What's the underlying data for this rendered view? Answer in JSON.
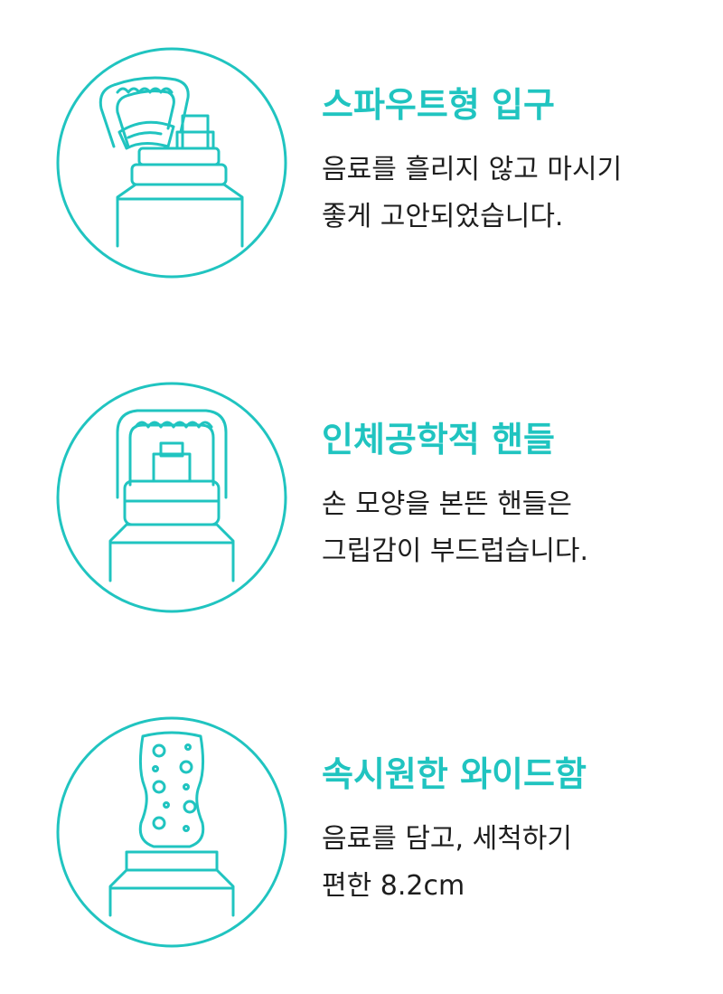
{
  "colors": {
    "accent": "#20c4c0",
    "text": "#1e1e1e",
    "background": "#ffffff"
  },
  "features": [
    {
      "icon": "spout-lid-bottle-icon",
      "title": "스파우트형 입구",
      "lines": [
        "음료를 흘리지 않고 마시기",
        "좋게 고안되었습니다."
      ]
    },
    {
      "icon": "handle-lid-bottle-icon",
      "title": "인체공학적 핸들",
      "lines": [
        "손 모양을 본뜬 핸들은",
        "그립감이 부드럽습니다."
      ]
    },
    {
      "icon": "wide-mouth-bottle-icon",
      "title": "속시원한 와이드함",
      "lines": [
        "음료를 담고, 세척하기",
        "편한 8.2cm"
      ]
    }
  ]
}
